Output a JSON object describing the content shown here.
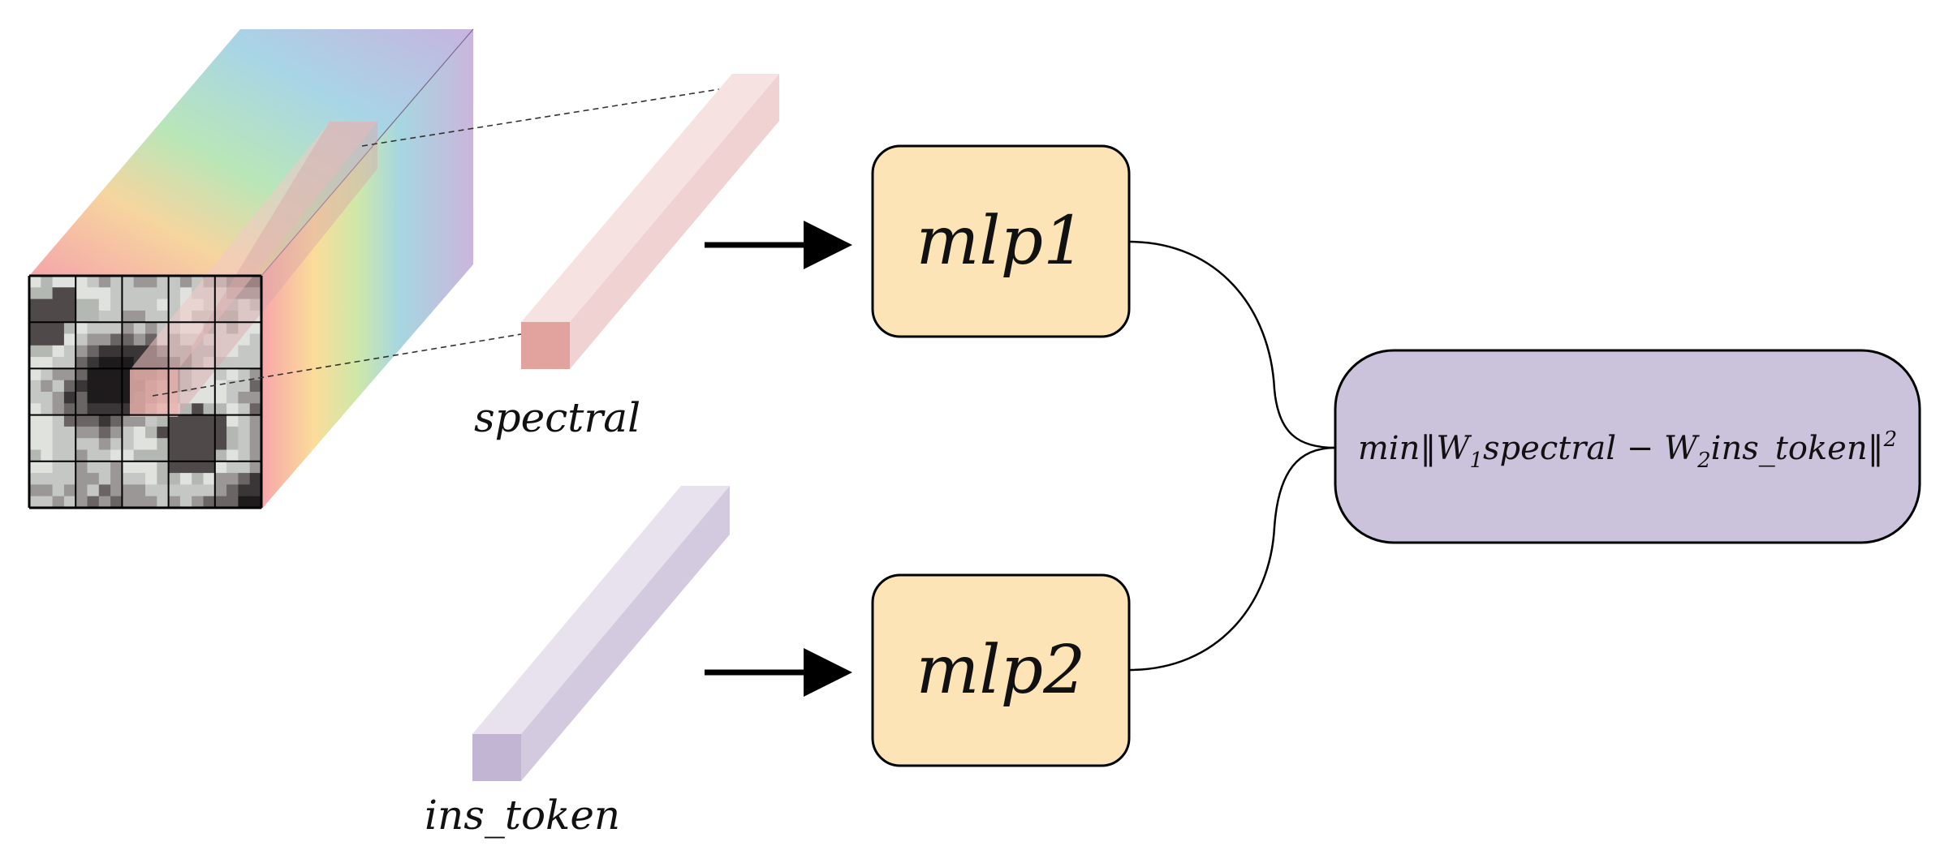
{
  "labels": {
    "spectral": "spectral",
    "ins_token": "ins_token",
    "mlp1": "mlp1",
    "mlp2": "mlp2"
  },
  "loss": {
    "prefix": "min‖W",
    "sub1": "1",
    "mid": "spectral − W",
    "sub2": "2",
    "suffix": "ins_token‖",
    "sup": "2"
  },
  "colors": {
    "mlp_fill": "#fde4b6",
    "loss_fill": "#cbc3dc",
    "spectral_bar": "#f3d7d8",
    "spectral_bar_end": "#e2a39e",
    "ins_bar": "#dcd3e5",
    "ins_bar_end": "#c2b5d4"
  }
}
